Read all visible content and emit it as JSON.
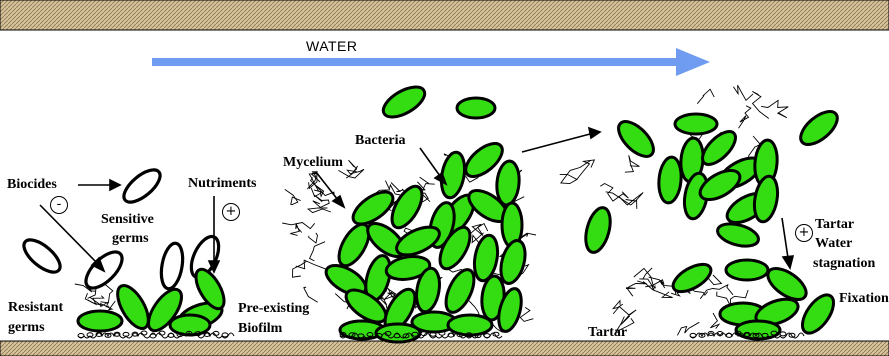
{
  "water": {
    "label": "WATER"
  },
  "labels": {
    "biocides": "Biocides",
    "minus": "-",
    "sensitive_1": "Sensitive",
    "sensitive_2": "germs",
    "nutriments": "Nutriments",
    "plus": "+",
    "resistant_1": "Resistant",
    "resistant_2": "germs",
    "preexisting_1": "Pre-existing",
    "preexisting_2": "Biofilm",
    "mycelium": "Mycelium",
    "bacteria": "Bacteria",
    "tartar_bottom": "Tartar",
    "plus_right": "+",
    "tartar_right": "Tartar",
    "water_right": "Water",
    "stagnation": "stagnation",
    "fixation": "Fixation"
  },
  "colors": {
    "border_band": "#c8b48c",
    "bacteria_fill": "#33dd11",
    "outline": "#000000",
    "water_arrow": "#6f9cf0"
  }
}
